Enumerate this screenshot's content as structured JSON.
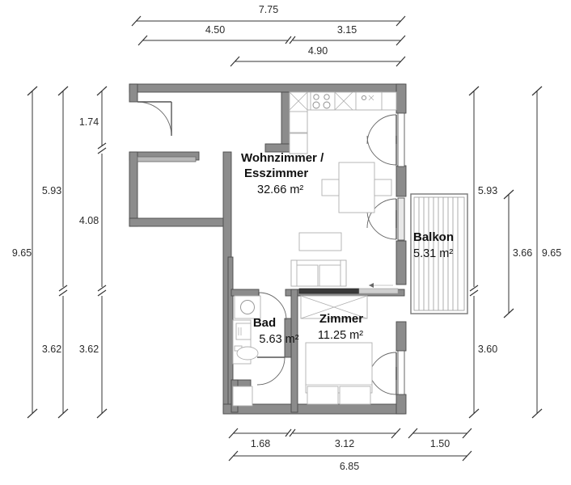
{
  "document": {
    "type": "floor-plan",
    "title": "Wohnungsgrundriss",
    "unit": "m",
    "area_unit": "m²"
  },
  "rooms": [
    {
      "id": "wohnzimmer",
      "name_line1": "Wohnzimmer /",
      "name_line2": "Esszimmer",
      "area": "32.66 m²"
    },
    {
      "id": "bad",
      "name_line1": "Bad",
      "name_line2": "",
      "area": "5.63 m²"
    },
    {
      "id": "zimmer",
      "name_line1": "Zimmer",
      "name_line2": "",
      "area": "11.25 m²"
    },
    {
      "id": "balkon",
      "name_line1": "Balkon",
      "name_line2": "",
      "area": "5.31 m²"
    }
  ],
  "dimensions": {
    "top": {
      "row1": [
        "7.75"
      ],
      "row2": [
        "4.50",
        "3.15"
      ],
      "row3": [
        "4.90"
      ]
    },
    "left": {
      "outer": [
        "9.65"
      ],
      "middle": [
        "5.93",
        "3.62"
      ],
      "inner": [
        "1.74",
        "4.08",
        "3.62"
      ]
    },
    "right": {
      "inner": [
        "5.93",
        "3.60"
      ],
      "balcony": [
        "3.66"
      ],
      "outer": [
        "9.65"
      ]
    },
    "bottom": {
      "row1": [
        "1.68",
        "3.12",
        "1.50"
      ],
      "row2": [
        "6.85"
      ]
    }
  },
  "labels": {
    "top_7_75": "7.75",
    "top_4_50": "4.50",
    "top_3_15": "3.15",
    "top_4_90": "4.90",
    "left_9_65": "9.65",
    "left_5_93": "5.93",
    "left_3_62a": "3.62",
    "left_1_74": "1.74",
    "left_4_08": "4.08",
    "left_3_62b": "3.62",
    "right_5_93": "5.93",
    "right_3_60": "3.60",
    "right_3_66": "3.66",
    "right_9_65": "9.65",
    "bot_1_68": "1.68",
    "bot_3_12": "3.12",
    "bot_1_50": "1.50",
    "bot_6_85": "6.85",
    "wohnzimmer_l1": "Wohnzimmer /",
    "wohnzimmer_l2": "Esszimmer",
    "wohnzimmer_area": "32.66 m²",
    "bad_name": "Bad",
    "bad_area": "5.63 m²",
    "zimmer_name": "Zimmer",
    "zimmer_area": "11.25 m²",
    "balkon_name": "Balkon",
    "balkon_area": "5.31 m²"
  },
  "colors": {
    "wall": "#8c8c8c",
    "wall_outline": "#4a4a4a",
    "wall_light": "#b8b8b8",
    "furniture": "#b0b0b0",
    "text": "#111111",
    "dimension": "#333333",
    "background": "#ffffff"
  }
}
